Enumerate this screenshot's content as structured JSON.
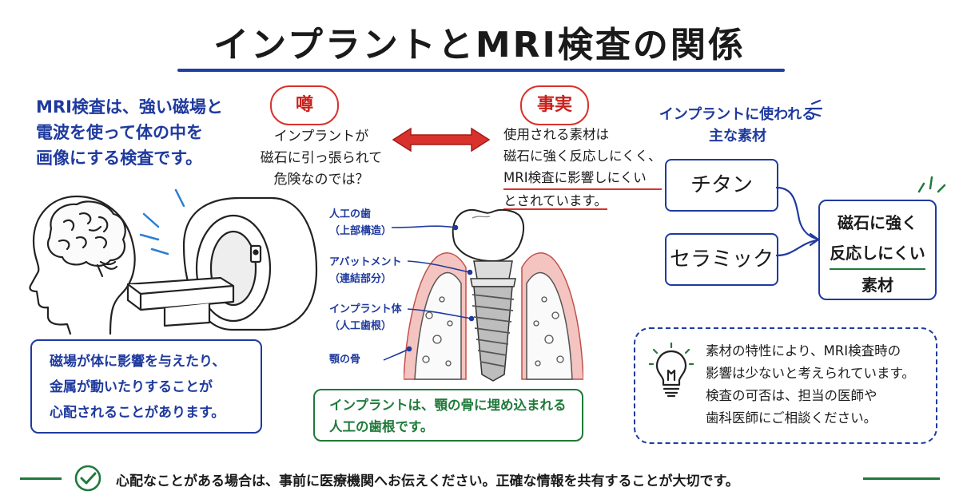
{
  "title": "インプラントとMRI検査の関係",
  "mri_description": [
    "MRI検査は、強い磁場と",
    "電波を使って体の中を",
    "画像にする検査です。"
  ],
  "rumor": {
    "label": "噂",
    "lines": [
      "インプラントが",
      "磁石に引っ張られて",
      "危険なのでは？"
    ]
  },
  "fact": {
    "label": "事実",
    "lines": [
      "使用される素材は",
      "磁石に強く反応しにくく、",
      "MRI検査に影響しにくい",
      "とされています。"
    ]
  },
  "materials": {
    "title_lines": [
      "インプラントに使われる",
      "主な素材"
    ],
    "items": [
      "チタン",
      "セラミック"
    ],
    "result_lines": [
      "磁石に強く",
      "反応しにくい",
      "素材"
    ]
  },
  "implant_labels": {
    "crown": [
      "人工の歯",
      "（上部構造）"
    ],
    "abutment": [
      "アバットメント",
      "（連結部分）"
    ],
    "body": [
      "インプラント体",
      "（人工歯根）"
    ],
    "bone": [
      "顎の骨"
    ]
  },
  "warning_lines": [
    "磁場が体に影響を与えたり、",
    "金属が動いたりすることが",
    "心配されることがあります。"
  ],
  "implant_note_lines": [
    "インプラントは、顎の骨に埋め込まれる",
    "人工の歯根です。"
  ],
  "tip_lines": [
    "素材の特性により、MRI検査時の",
    "影響は少ないと考えられています。",
    "検査の可否は、担当の医師や",
    "歯科医師にご相談ください。"
  ],
  "footer": "心配なことがある場合は、事前に医療機関へお伝えください。正確な情報を共有することが大切です。",
  "colors": {
    "blue": "#1f3a9e",
    "red": "#d9322c",
    "green": "#1f7a3a",
    "gum": "#f4c4c0"
  },
  "icons": [
    "head-brain-icon",
    "mri-scanner-icon",
    "double-arrow-icon",
    "lightbulb-icon",
    "check-circle-icon"
  ]
}
